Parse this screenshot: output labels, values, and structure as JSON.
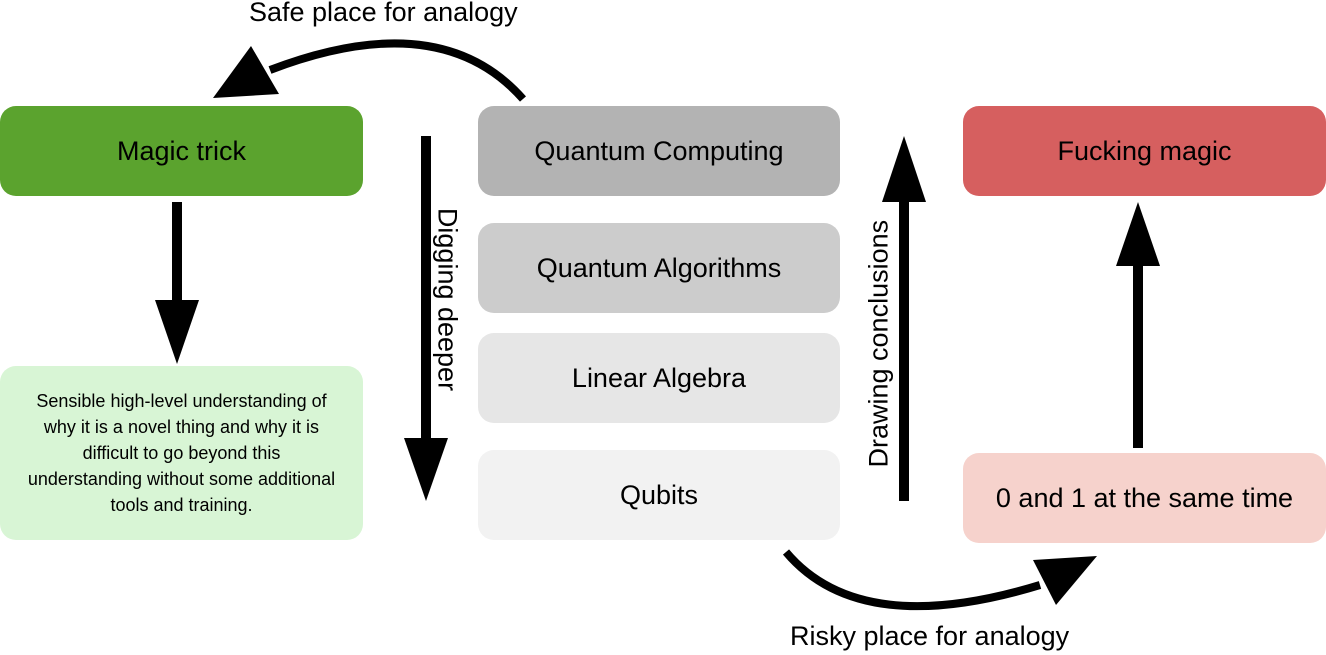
{
  "stack": {
    "items": [
      {
        "label": "Quantum Computing",
        "color": "#b3b3b3"
      },
      {
        "label": "Quantum Algorithms",
        "color": "#cccccc"
      },
      {
        "label": "Linear Algebra",
        "color": "#e6e6e6"
      },
      {
        "label": "Qubits",
        "color": "#f2f2f2"
      }
    ]
  },
  "left": {
    "top_label": "Magic trick",
    "top_color": "#5ba32e",
    "bottom_text": "Sensible high-level understanding of why it is a novel thing and why it is difficult to go beyond this understanding without some additional tools and training.",
    "bottom_color": "#d8f5d5"
  },
  "right": {
    "top_label": "Fucking magic",
    "top_color": "#d65f5f",
    "bottom_label": "0 and 1 at the same time",
    "bottom_color": "#f6d2cc"
  },
  "arrows": {
    "safe_label": "Safe place for analogy",
    "risky_label": "Risky place for analogy",
    "digging_label": "Digging deeper",
    "drawing_label": "Drawing conclusions"
  }
}
